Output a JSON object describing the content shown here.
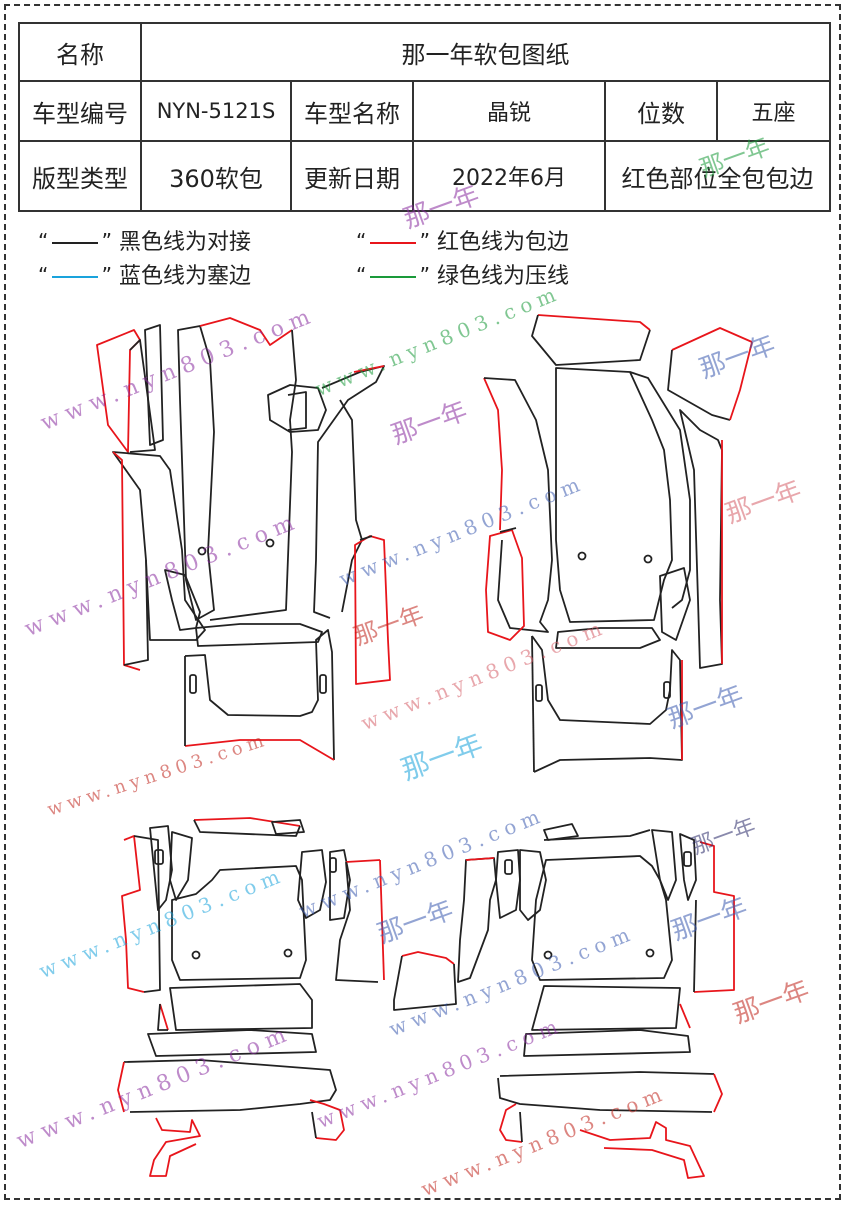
{
  "header": {
    "name_label": "名称",
    "name_value": "那一年软包图纸",
    "model_code_label": "车型编号",
    "model_code_value": "NYN-5121S",
    "model_name_label": "车型名称",
    "model_name_value": "晶锐",
    "seats_label": "位数",
    "seats_value": "五座",
    "type_label": "版型类型",
    "type_value": "360软包",
    "date_label": "更新日期",
    "date_value": "2022年6月",
    "note_value": "红色部位全包包边"
  },
  "legend": [
    {
      "text": "黑色线为对接",
      "color": "#222222"
    },
    {
      "text": "红色线为包边",
      "color": "#e8151b"
    },
    {
      "text": "蓝色线为塞边",
      "color": "#1aa3dc"
    },
    {
      "text": "绿色线为压线",
      "color": "#1a9a3a"
    }
  ],
  "watermarks": {
    "site": "www.nyn803.com",
    "brand": "那一年"
  },
  "colors": {
    "black_line": "#222222",
    "red_line": "#e8151b"
  }
}
